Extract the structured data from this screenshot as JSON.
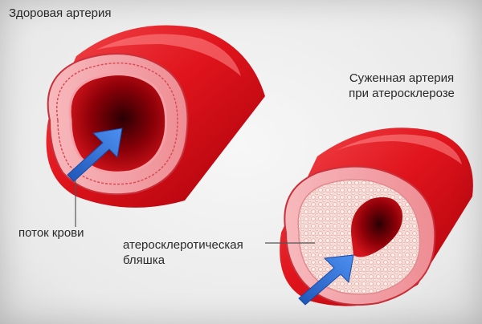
{
  "labels": {
    "healthy_artery": "Здоровая артерия",
    "narrowed_artery_line1": "Суженная артерия",
    "narrowed_artery_line2": "при атеросклерозе",
    "blood_flow": "поток крови",
    "plaque_line1": "атеросклеротическая",
    "plaque_line2": "бляшка"
  },
  "colors": {
    "artery_red": "#e0141c",
    "artery_dark": "#8c0008",
    "wall_pink": "#f5a8ae",
    "plaque_cream": "#f6e6e0",
    "arrow_blue": "#2f6fd6",
    "leader_line": "#555555"
  }
}
